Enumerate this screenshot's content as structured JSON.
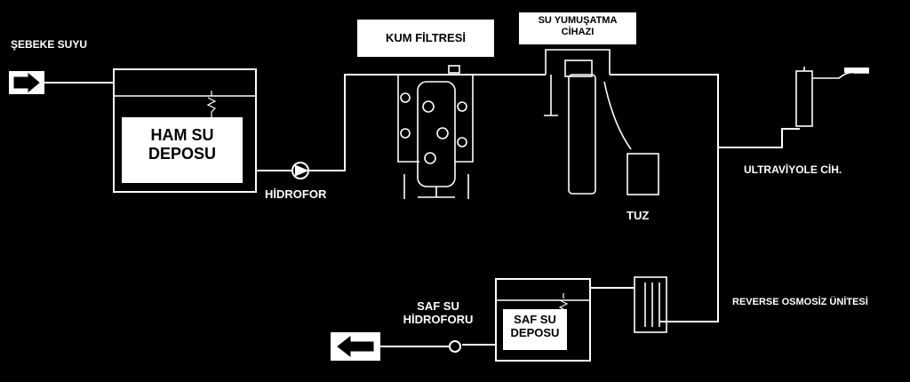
{
  "labels": {
    "sebeke_suyu": "ŞEBEKE SUYU",
    "ham_su_deposu_1": "HAM SU",
    "ham_su_deposu_2": "DEPOSU",
    "hidrofor": "HİDROFOR",
    "kum_filtresi": "KUM FİLTRESİ",
    "su_yumusatma_1": "SU YUMUŞATMA",
    "su_yumusatma_2": "CİHAZI",
    "tuz": "TUZ",
    "ultraviyole": "ULTRAVİYOLE CİH.",
    "reverse_osmosiz": "REVERSE OSMOSİZ ÜNİTESİ",
    "saf_su_hidroforu_1": "SAF SU",
    "saf_su_hidroforu_2": "HİDROFORU",
    "saf_su_deposu_1": "SAF SU",
    "saf_su_deposu_2": "DEPOSU"
  },
  "icons": {
    "inlet_arrow": "arrow-right-icon",
    "outlet_arrow": "arrow-left-icon",
    "pump": "pump-icon"
  },
  "colors": {
    "background": "#000000",
    "line": "#ffffff"
  }
}
